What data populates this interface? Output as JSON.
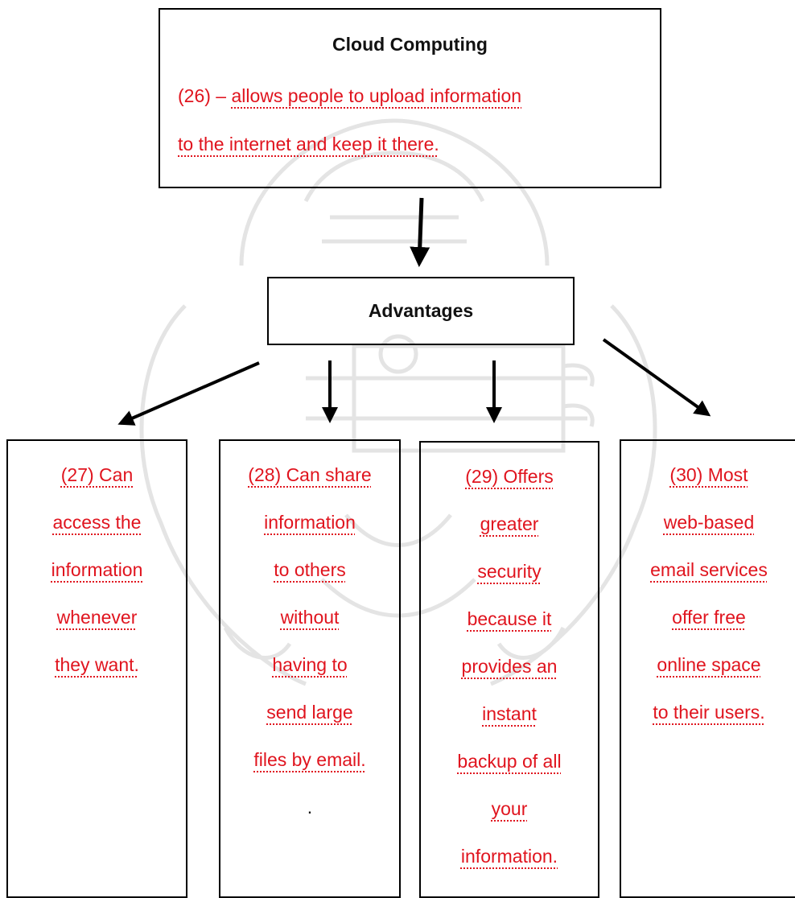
{
  "root": {
    "title": "Cloud Computing",
    "number": "(26) –",
    "line1": "allows people to upload information",
    "line2": "to the internet and keep it there."
  },
  "middle": {
    "title": "Advantages"
  },
  "advantages": [
    {
      "lines": [
        "(27) Can",
        "access the",
        "information",
        "whenever",
        "they want."
      ]
    },
    {
      "lines": [
        "(28) Can share",
        "information",
        "to others",
        "without",
        "having to",
        "send large",
        "files by email."
      ],
      "trailing": "."
    },
    {
      "lines": [
        "(29) Offers",
        "greater",
        "security",
        "because it",
        "provides an",
        "instant",
        "backup of all",
        "your",
        "information."
      ]
    },
    {
      "lines": [
        "(30) Most",
        "web-based",
        "email services",
        "offer free",
        "online space",
        "to their users."
      ]
    }
  ],
  "colors": {
    "text": "#111111",
    "answer": "#e0141e",
    "border": "#000000",
    "watermark": "#e6e6e6"
  }
}
